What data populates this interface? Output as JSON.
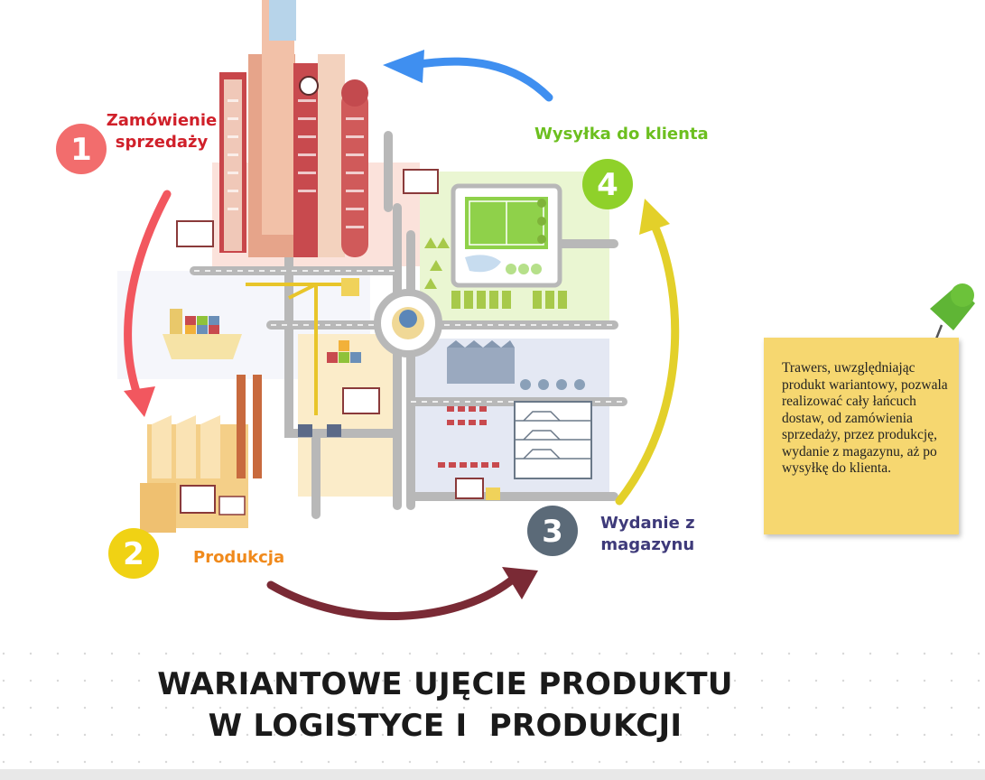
{
  "steps": [
    {
      "number": "1",
      "label_line1": "Zamówienie",
      "label_line2": "sprzedaży",
      "color": "#f26d6d",
      "label_color": "#d0202a"
    },
    {
      "number": "2",
      "label": "Produkcja",
      "color": "#f0d214",
      "label_color": "#f08a1c"
    },
    {
      "number": "3",
      "label_line1": "Wydanie z",
      "label_line2": "magazynu",
      "color": "#5b6a78",
      "label_color": "#3e3a7a"
    },
    {
      "number": "4",
      "label": "Wysyłka do klienta",
      "color": "#8fd12a",
      "label_color": "#6cbf1f"
    }
  ],
  "arrows": {
    "sales_to_production": "#f2575f",
    "production_to_warehouse": "#7a2a35",
    "warehouse_to_shipping": "#e3d02a",
    "shipping_to_sales": "#3f8ff0"
  },
  "note": {
    "text": "Trawers, uwzględniając produkt wariantowy, pozwala realizować cały łańcuch dostaw, od zamówienia sprzedaży, przez produkcję, wydanie z magazynu, aż po wysyłkę do klienta.",
    "color": "#f6d770",
    "pin_color": "#6cc23a"
  },
  "title": {
    "line1": "WARIANTOWE UJĘCIE PRODUKTU",
    "line2": "W LOGISTYCE I  PRODUKCJI"
  }
}
